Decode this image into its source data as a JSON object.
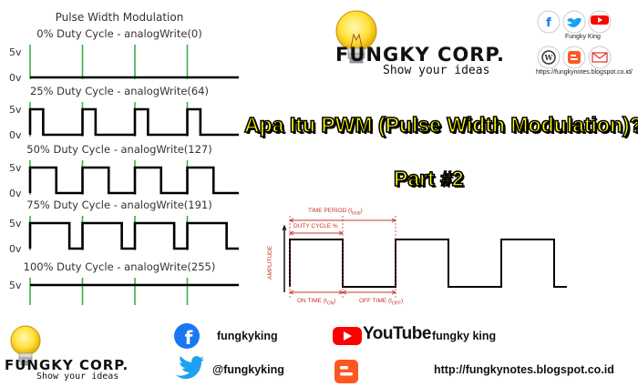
{
  "pwm": {
    "title": "Pulse Width Modulation",
    "high_label": "5v",
    "low_label": "0v",
    "rows": [
      {
        "label": "0% Duty Cycle - analogWrite(0)",
        "duty": 0
      },
      {
        "label": "25% Duty Cycle - analogWrite(64)",
        "duty": 0.25
      },
      {
        "label": "50% Duty Cycle - analogWrite(127)",
        "duty": 0.5
      },
      {
        "label": "75% Duty Cycle - analogWrite(191)",
        "duty": 0.75
      },
      {
        "label": "100% Duty Cycle - analogWrite(255)",
        "duty": 1
      }
    ]
  },
  "brand": {
    "name": "FUNGKY CORP.",
    "tagline": "Show your ideas"
  },
  "headline": {
    "line1": "Apa Itu PWM (Pulse Width Modulation)?",
    "line2": "Part #2"
  },
  "top_social": {
    "caption": "Fungky King",
    "url": "https://fungkynotes.blogspot.co.id/",
    "youtube_text": "YouTube"
  },
  "diagram": {
    "time_period": "TIME PERIOD (t",
    "time_period_sub": "total",
    "duty_cycle": "DUTY CYCLE %",
    "amplitude": "AMPLITUDE",
    "on_time": "ON TIME (t",
    "on_sub": "ON",
    "off_time": "OFF TIME (t",
    "off_sub": "OFF",
    "close_paren": ")",
    "duty": 0.5
  },
  "bottom": {
    "facebook": "fungkyking",
    "youtube_logo": "YouTube",
    "youtube_name": "fungky king",
    "twitter": "@fungkyking",
    "blog_url": "http://fungkynotes.blogspot.co.id"
  },
  "colors": {
    "facebook": "#1877f2",
    "twitter": "#1da1f2",
    "youtube": "#ff0000",
    "blogger": "#ff5722",
    "green_marker": "#3cb043",
    "diagram_red": "#c0392b",
    "headline": "#ffff00"
  },
  "icons": [
    "bulb-icon",
    "facebook-icon",
    "twitter-icon",
    "youtube-icon",
    "wordpress-icon",
    "blogger-icon",
    "email-icon"
  ]
}
